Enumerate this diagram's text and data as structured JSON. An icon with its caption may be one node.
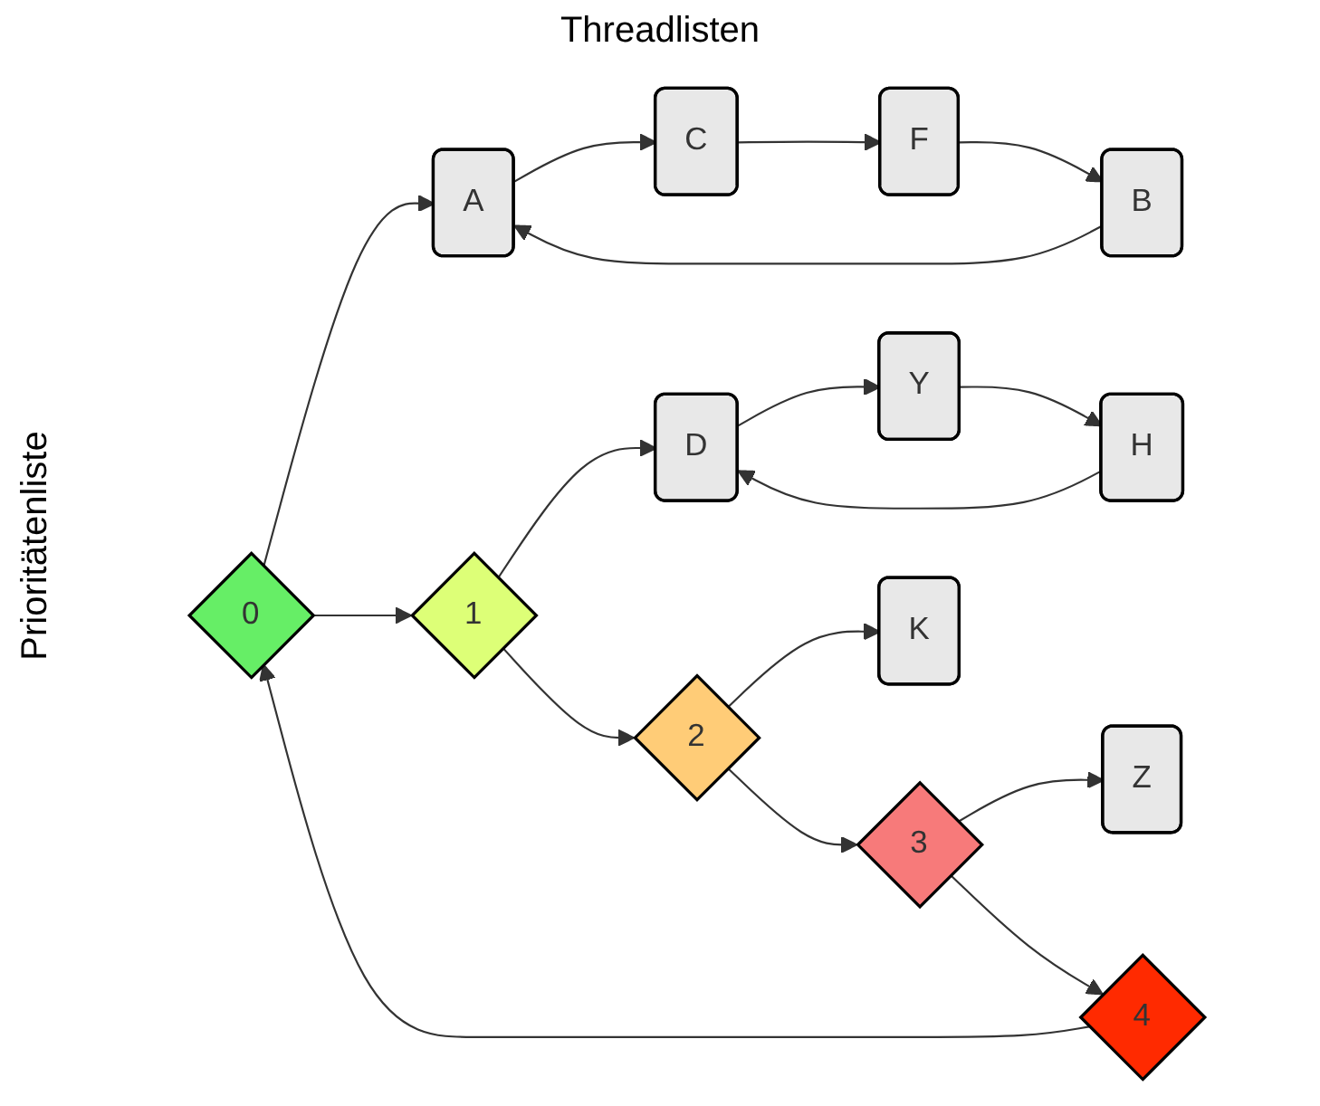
{
  "diagram": {
    "nodes": [
      {
        "text": [
          "0"
        ]
      },
      {
        "text": [
          "A"
        ]
      },
      {
        "text": [
          "C"
        ]
      },
      {
        "text": [
          "F"
        ]
      },
      {
        "text": [
          "B"
        ]
      },
      {
        "text": [
          "1"
        ]
      },
      {
        "text": [
          "D"
        ]
      },
      {
        "text": [
          "Y"
        ]
      },
      {
        "text": [
          "H"
        ]
      },
      {
        "text": [
          "2"
        ]
      },
      {
        "text": [
          "K"
        ]
      },
      {
        "text": [
          "3"
        ]
      },
      {
        "text": [
          "Z"
        ]
      },
      {
        "text": [
          "4"
        ]
      }
    ],
    "edges": [
      {
        "from": 0,
        "to": 1,
        "arrow": "to"
      },
      {
        "from": 1,
        "to": 2,
        "arrow": "to"
      },
      {
        "from": 2,
        "to": 3,
        "arrow": "to"
      },
      {
        "from": 3,
        "to": 4,
        "arrow": "to"
      },
      {
        "from": 4,
        "to": 1,
        "arrow": "to"
      },
      {
        "from": 0,
        "to": 5,
        "arrow": "to"
      },
      {
        "from": 5,
        "to": 6,
        "arrow": "to"
      },
      {
        "from": 6,
        "to": 7,
        "arrow": "to"
      },
      {
        "from": 7,
        "to": 8,
        "arrow": "to"
      },
      {
        "from": 8,
        "to": 6,
        "arrow": "to"
      },
      {
        "from": 5,
        "to": 9,
        "arrow": "to"
      },
      {
        "from": 9,
        "to": 10,
        "arrow": "to"
      },
      {
        "from": 9,
        "to": 11,
        "arrow": "to"
      },
      {
        "from": 11,
        "to": 12,
        "arrow": "to"
      },
      {
        "from": 11,
        "to": 13,
        "arrow": "to"
      },
      {
        "from": 13,
        "to": 0,
        "arrow": "to"
      }
    ],
    "labels": [
      "Threadlisten",
      "Prioritätenliste"
    ]
  }
}
